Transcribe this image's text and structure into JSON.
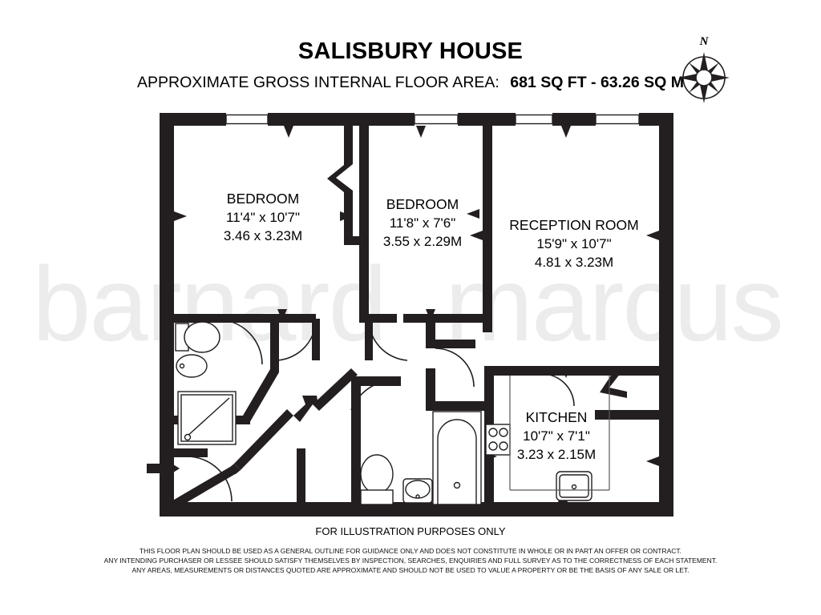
{
  "header": {
    "title": "SALISBURY HOUSE",
    "area_label": "APPROXIMATE GROSS INTERNAL FLOOR AREA:",
    "area_value": "681 SQ FT  -  63.26 SQ M"
  },
  "compass": {
    "north_label": "N",
    "icon": "compass-rose-icon"
  },
  "watermark": {
    "text_left": "barnard",
    "text_right": "marcus",
    "color": "#ececed"
  },
  "rooms": [
    {
      "id": "bedroom-1",
      "name": "BEDROOM",
      "dim_imperial": "11'4\" x 10'7\"",
      "dim_metric": "3.46 x 3.23M"
    },
    {
      "id": "bedroom-2",
      "name": "BEDROOM",
      "dim_imperial": "11'8\" x 7'6\"",
      "dim_metric": "3.55 x 2.29M"
    },
    {
      "id": "reception-room",
      "name": "RECEPTION ROOM",
      "dim_imperial": "15'9\" x 10'7\"",
      "dim_metric": "4.81 x 3.23M"
    },
    {
      "id": "kitchen",
      "name": "KITCHEN",
      "dim_imperial": "10'7\" x 7'1\"",
      "dim_metric": "3.23 x 2.15M"
    }
  ],
  "footer": {
    "illustration_note": "FOR ILLUSTRATION PURPOSES ONLY",
    "disclaimer_lines": [
      "THIS FLOOR PLAN SHOULD BE USED AS A GENERAL OUTLINE FOR GUIDANCE ONLY AND DOES NOT CONSTITUTE IN WHOLE OR IN PART AN OFFER OR CONTRACT.",
      "ANY INTENDING PURCHASER OR LESSEE SHOULD SATISFY THEMSELVES BY INSPECTION, SEARCHES, ENQUIRIES AND FULL SURVEY AS TO THE CORRECTNESS OF EACH STATEMENT.",
      "ANY AREAS, MEASUREMENTS OR DISTANCES QUOTED ARE APPROXIMATE AND SHOULD NOT BE USED TO VALUE A PROPERTY OR BE THE BASIS OF ANY SALE OR LET."
    ]
  },
  "colors": {
    "wall": "#231f20",
    "background": "#ffffff",
    "watermark": "#ececed",
    "fixture_stroke": "#231f20"
  },
  "fixtures": [
    {
      "id": "wc-bathroom-1",
      "icon": "toilet-icon"
    },
    {
      "id": "basin-bathroom-1",
      "icon": "washbasin-icon"
    },
    {
      "id": "shower-tray",
      "icon": "shower-icon"
    },
    {
      "id": "wc-bathroom-2",
      "icon": "toilet-icon"
    },
    {
      "id": "basin-bathroom-2",
      "icon": "washbasin-icon"
    },
    {
      "id": "bathtub",
      "icon": "bathtub-icon"
    },
    {
      "id": "hob",
      "icon": "cooker-hob-icon"
    },
    {
      "id": "kitchen-sink",
      "icon": "sink-icon"
    },
    {
      "id": "entrance",
      "icon": "entry-arrow-icon"
    }
  ]
}
